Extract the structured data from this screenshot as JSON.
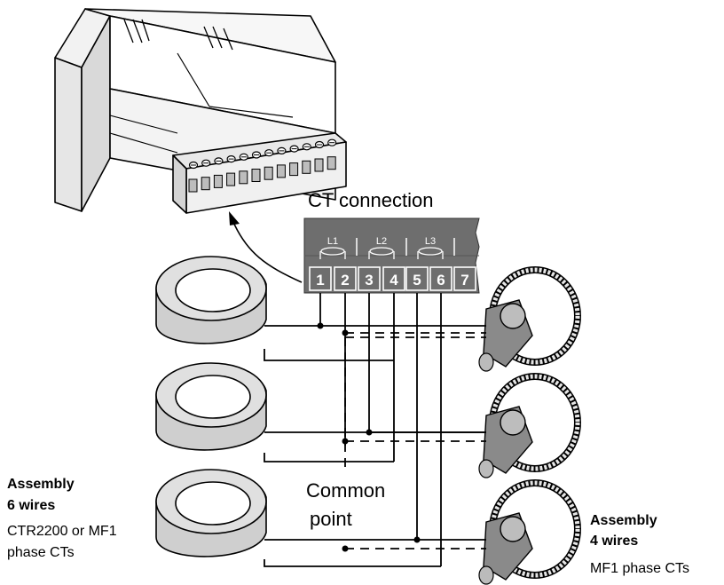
{
  "title": "CT connection",
  "groups": [
    "L1",
    "L2",
    "L3"
  ],
  "terminals": [
    "1",
    "2",
    "3",
    "4",
    "5",
    "6",
    "7"
  ],
  "common_point": [
    "Common",
    "point"
  ],
  "left_note": {
    "heading": [
      "Assembly",
      "6 wires"
    ],
    "text": [
      "CTR2200 or MF1",
      "phase CTs"
    ]
  },
  "right_note": {
    "heading": [
      "Assembly",
      "4 wires"
    ],
    "text": [
      "MF1 phase CTs"
    ]
  },
  "colors": {
    "block_fill": "#6e6e6e",
    "ct_fill": "#cfcfcf",
    "line": "#000000"
  }
}
